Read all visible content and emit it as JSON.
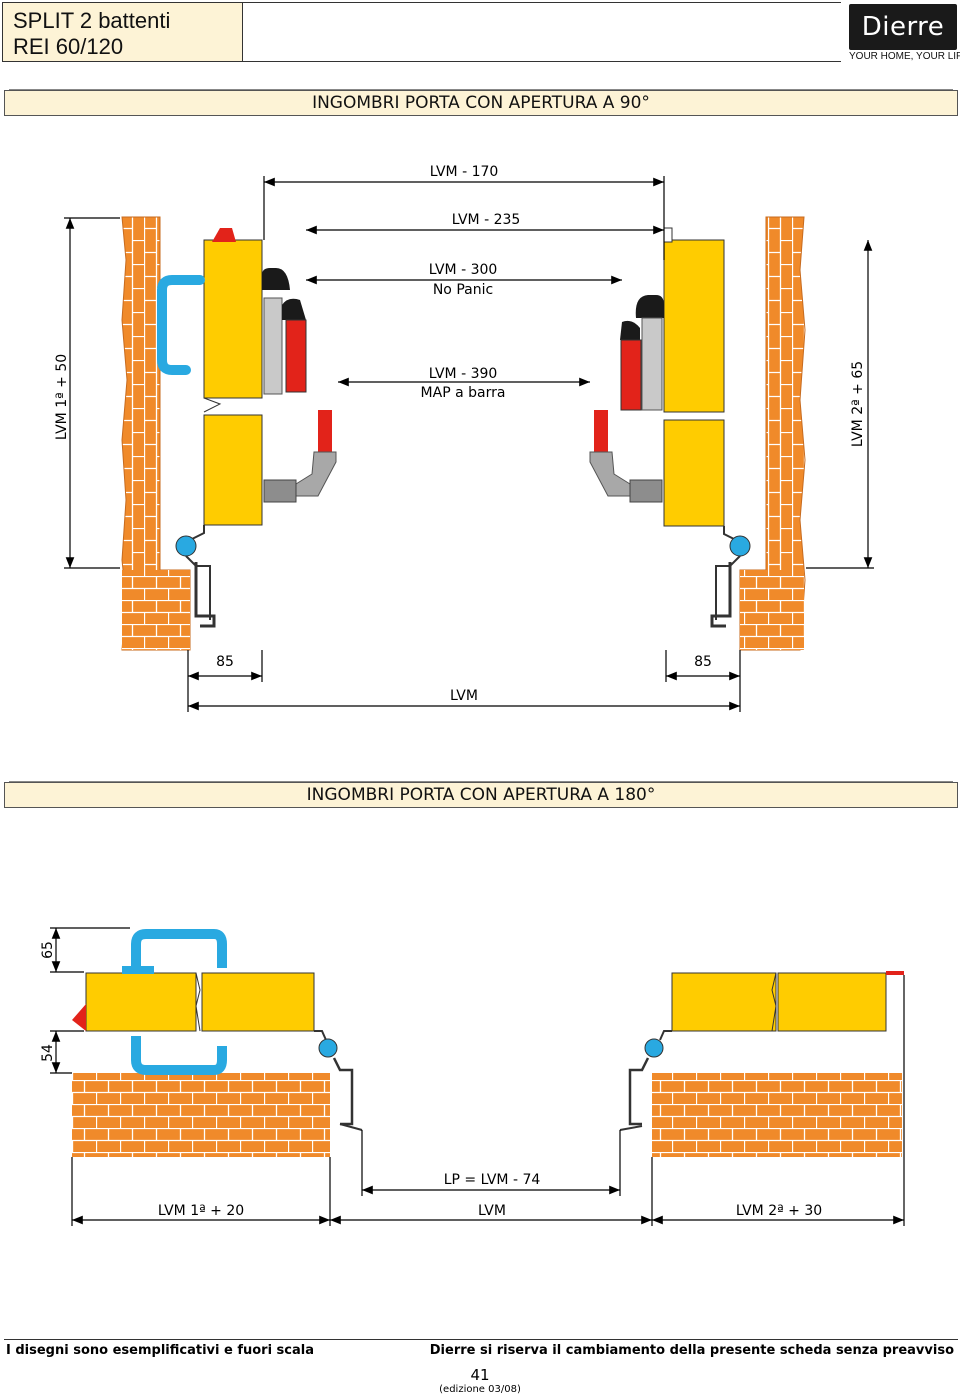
{
  "header": {
    "title_line1": "SPLIT 2 battenti",
    "title_line2": "REI 60/120",
    "logo_text": "Dierre",
    "tagline": "YOUR HOME, YOUR LIFE"
  },
  "section1": {
    "title": "INGOMBRI PORTA CON APERTURA A 90°",
    "dims": {
      "lvm170": "LVM - 170",
      "lvm235": "LVM - 235",
      "lvm300": "LVM - 300",
      "nopanic": "No Panic",
      "lvm390": "LVM - 390",
      "mapbarra": "MAP a barra",
      "left_vertical": "LVM 1ª + 50",
      "right_vertical": "LVM 2ª + 65",
      "left85": "85",
      "right85": "85",
      "lvm": "LVM"
    }
  },
  "section2": {
    "title": "INGOMBRI PORTA CON APERTURA A 180°",
    "dims": {
      "d65": "65",
      "d54": "54",
      "lp": "LP = LVM - 74",
      "left": "LVM 1ª + 20",
      "center": "LVM",
      "right": "LVM 2ª + 30"
    }
  },
  "footer": {
    "left": "I disegni sono esemplificativi e fuori scala",
    "right": "Dierre si riserva il cambiamento della presente scheda senza preavviso",
    "page": "41",
    "edition": "(edizione 03/08)"
  },
  "colors": {
    "brick": "#f08a2a",
    "door": "#ffcc00",
    "handle": "#29a9e1",
    "red": "#e2231a",
    "grey": "#9a9a9a"
  }
}
